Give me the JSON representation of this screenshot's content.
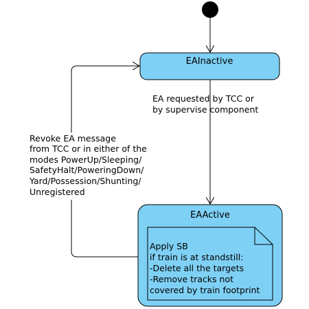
{
  "states": {
    "inactive": {
      "name": "EAInactive"
    },
    "active": {
      "name": "EAActive"
    }
  },
  "transitions": {
    "activate": {
      "lines": [
        "EA requested by TCC or",
        "by supervise component"
      ]
    },
    "revoke": {
      "lines": [
        "Revoke EA message",
        "from TCC or in either of the",
        "modes PowerUp/Sleeping/",
        "SafetyHalt/PoweringDown/",
        "Yard/Possession/Shunting/",
        "Unregistered"
      ]
    }
  },
  "note": {
    "lines": [
      "Apply SB",
      "if train is at standstill:",
      "-Delete all the targets",
      "-Remove tracks not",
      "covered by train footprint"
    ]
  },
  "colors": {
    "state_fill": "#7fd0f5",
    "line": "#000000",
    "note_fill": "#7fd0f5"
  }
}
